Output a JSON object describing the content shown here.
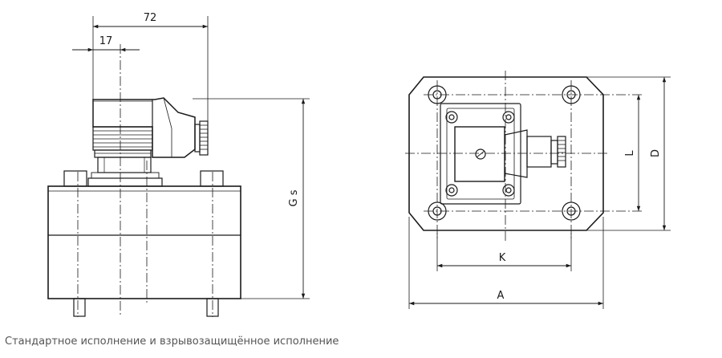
{
  "side_view": {
    "dim_width_total": "72",
    "dim_offset": "17",
    "dim_height": "G s"
  },
  "front_view": {
    "dim_k": "K",
    "dim_a": "A",
    "dim_l": "L",
    "dim_d": "D"
  },
  "caption": "Стандартное исполнение и взрывозащищённое исполнение",
  "colors": {
    "line": "#1a1a1a",
    "caption": "#555555"
  }
}
